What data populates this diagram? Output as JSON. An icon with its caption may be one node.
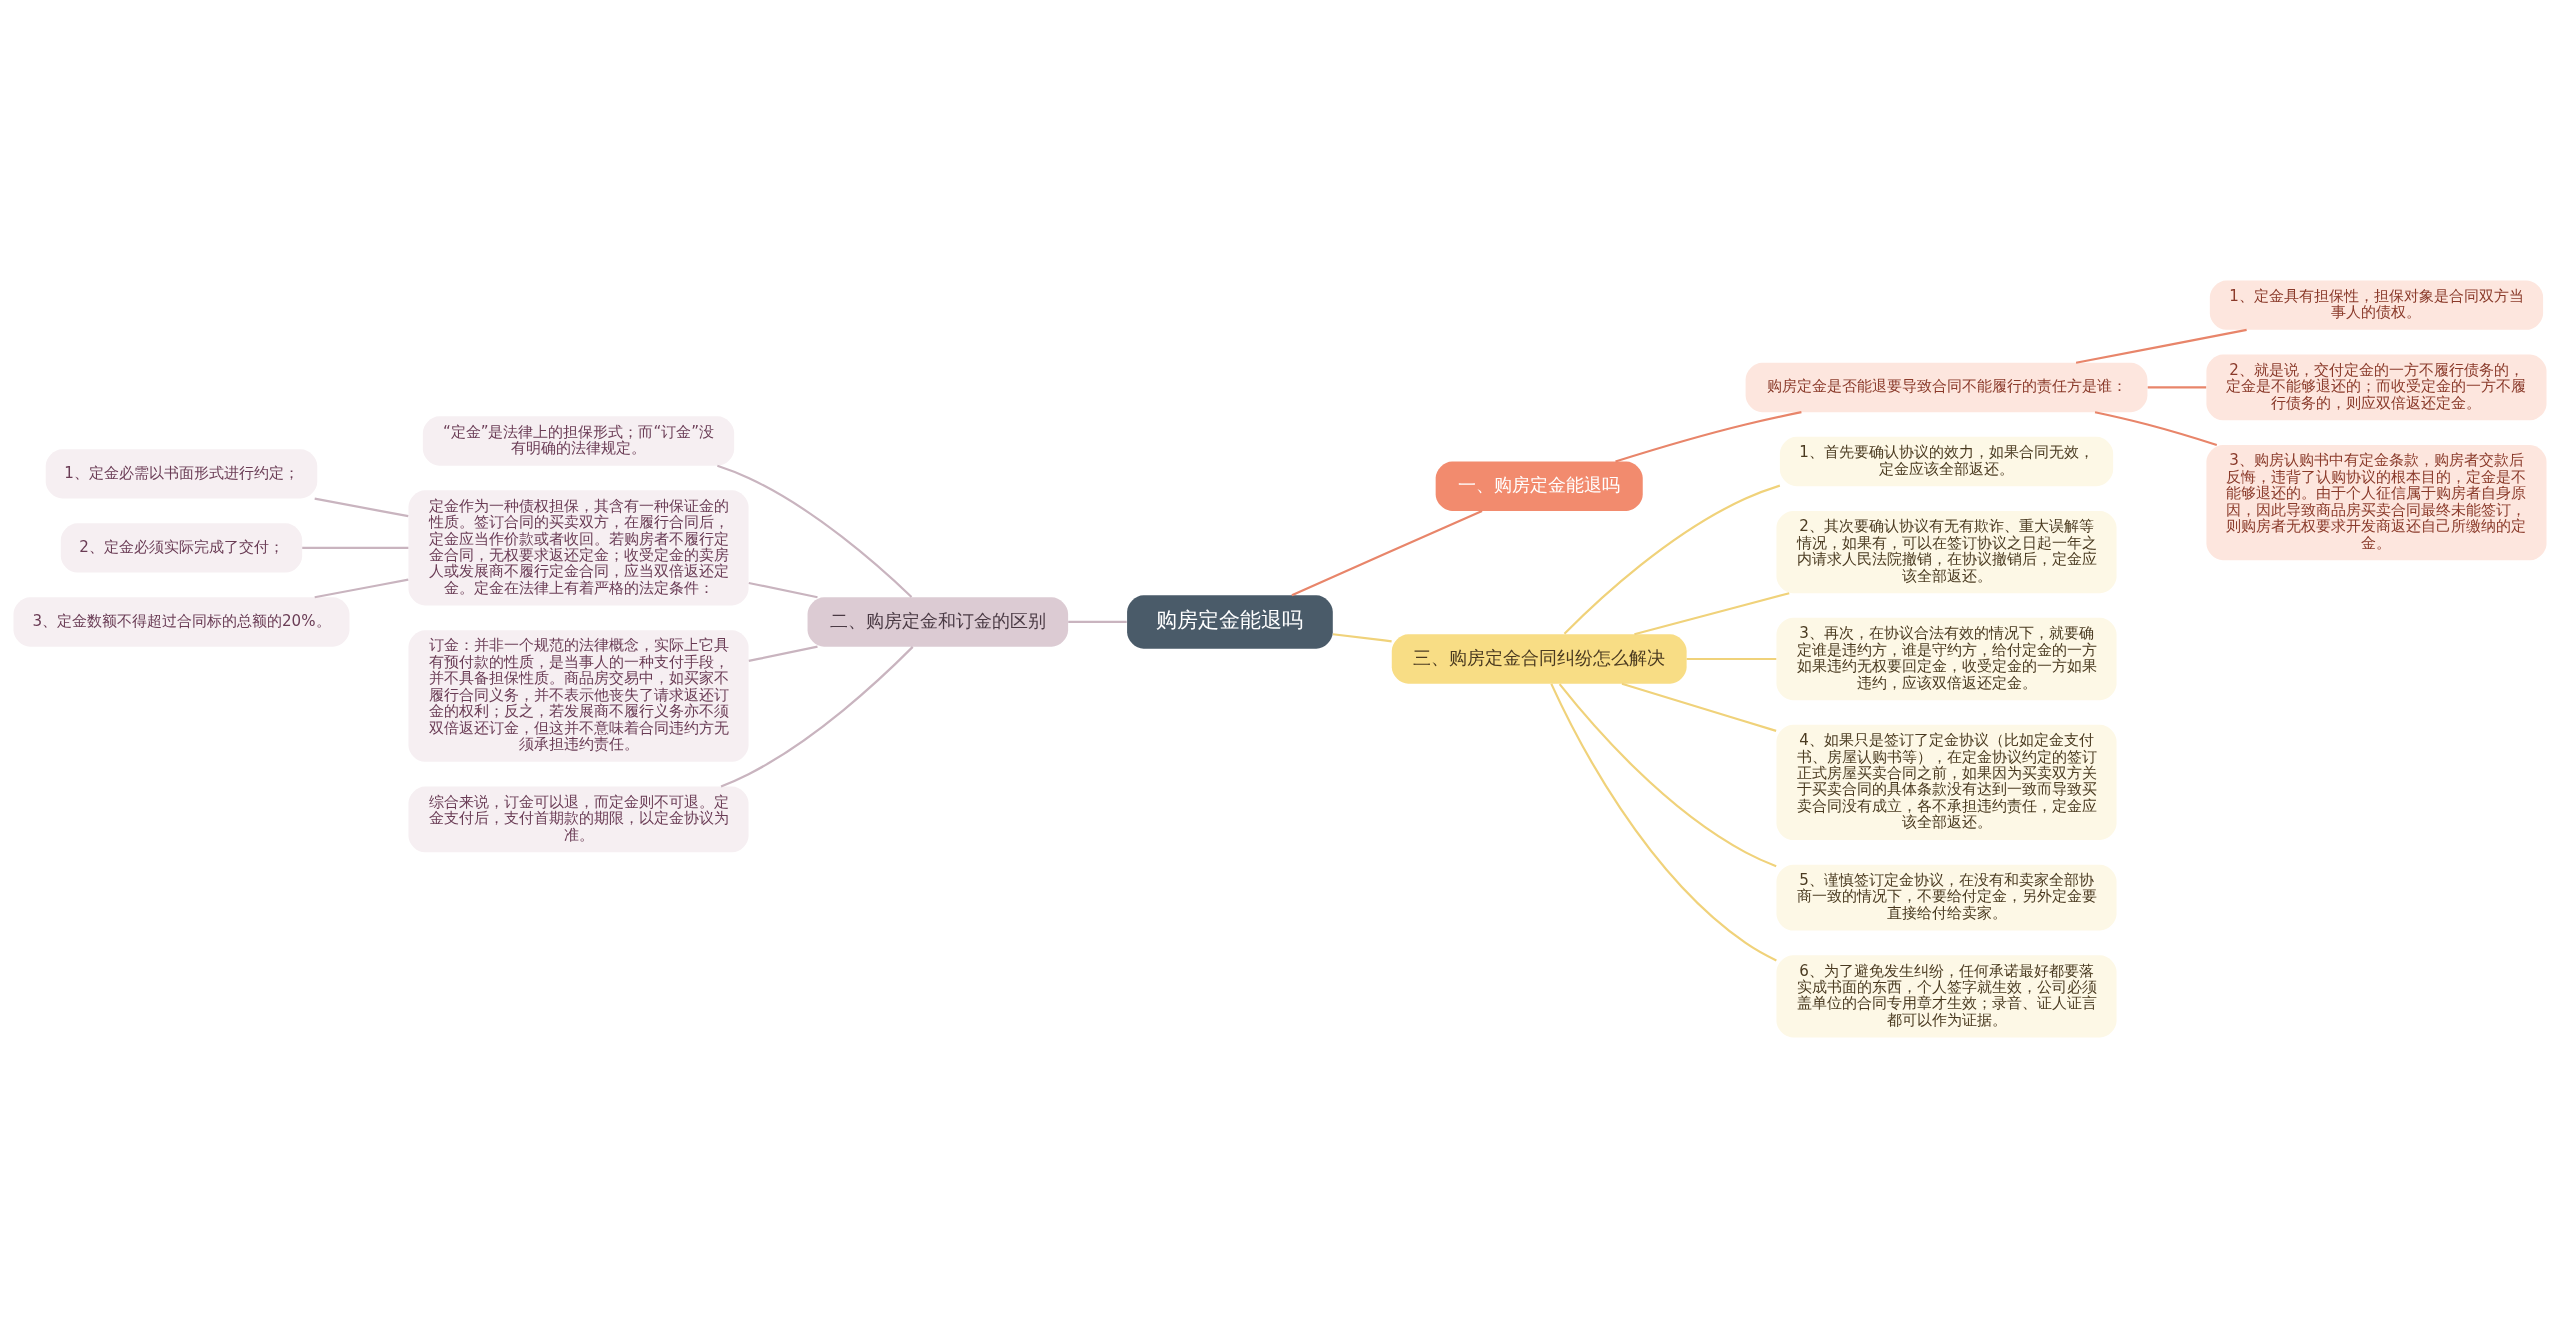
{
  "diagram": {
    "nodes": [
      {
        "text": [
          "购房定金能退吗"
        ]
      },
      {
        "text": [
          "一、购房定金能退吗"
        ]
      },
      {
        "text": [
          "购房定金是否能退要导致合同不能履行的责任方是谁："
        ]
      },
      {
        "text": [
          "1、定金具有担保性，担保对象是合同双方当事人的债权。"
        ]
      },
      {
        "text": [
          "2、就是说，交付定金的一方不履行债务的，定金是不能够退还的；而收受定金的一方不履行债务的，则应双倍返还定金。"
        ]
      },
      {
        "text": [
          "3、购房认购书中有定金条款，购房者交款后反悔，违背了认购协议的根本目的，定金是不能够退还的。由于个人征信属于购房者自身原因，因此导致商品房买卖合同最终未能签订，则购房者无权要求开发商返还自己所缴纳的定金。"
        ]
      },
      {
        "text": [
          "二、购房定金和订金的区别"
        ]
      },
      {
        "text": [
          "“定金”是法律上的担保形式；而“订金”没有明确的法律规定。"
        ]
      },
      {
        "text": [
          "定金作为一种债权担保，其含有一种保证金的性质。签订合同的买卖双方，在履行合同后，定金应当作价款或者收回。若购房者不履行定金合同，无权要求返还定金；收受定金的卖房人或发展商不履行定金合同，应当双倍返还定金。定金在法律上有着严格的法定条件："
        ]
      },
      {
        "text": [
          "1、定金必需以书面形式进行约定；"
        ]
      },
      {
        "text": [
          "2、定金必须实际完成了交付；"
        ]
      },
      {
        "text": [
          "3、定金数额不得超过合同标的总额的20%。"
        ]
      },
      {
        "text": [
          "订金：并非一个规范的法律概念，实际上它具有预付款的性质，是当事人的一种支付手段，并不具备担保性质。商品房交易中，如买家不履行合同义务，并不表示他丧失了请求返还订金的权利；反之，若发展商不履行义务亦不须双倍返还订金，但这并不意味着合同违约方无须承担违约责任。"
        ]
      },
      {
        "text": [
          "综合来说，订金可以退，而定金则不可退。定金支付后，支付首期款的期限，以定金协议为准。"
        ]
      },
      {
        "text": [
          "三、购房定金合同纠纷怎么解决"
        ]
      },
      {
        "text": [
          "1、首先要确认协议的效力，如果合同无效，定金应该全部返还。"
        ]
      },
      {
        "text": [
          "2、其次要确认协议有无有欺诈、重大误解等情况，如果有，可以在签订协议之日起一年之内请求人民法院撤销，在协议撤销后，定金应该全部返还。"
        ]
      },
      {
        "text": [
          "3、再次，在协议合法有效的情况下，就要确定谁是违约方，谁是守约方，给付定金的一方如果违约无权要回定金，收受定金的一方如果违约，应该双倍返还定金。"
        ]
      },
      {
        "text": [
          "4、如果只是签订了定金协议（比如定金支付书、房屋认购书等），在定金协议约定的签订正式房屋买卖合同之前，如果因为买卖双方关于买卖合同的具体条款没有达到一致而导致买卖合同没有成立，各不承担违约责任，定金应该全部返还。"
        ]
      },
      {
        "text": [
          "5、谨慎签订定金协议，在没有和卖家全部协商一致的情况下，不要给付定金，另外定金要直接给付给卖家。"
        ]
      },
      {
        "text": [
          "6、为了避免发生纠纷，任何承诺最好都要落实成书面的东西，个人签字就生效，公司必须盖单位的合同专用章才生效；录音、证人证言都可以作为证据。"
        ]
      }
    ],
    "edges": [
      {
        "from": 0,
        "to": 1,
        "arrow": "none",
        "color": "#e8856a"
      },
      {
        "from": 1,
        "to": 2,
        "arrow": "none",
        "color": "#e8856a"
      },
      {
        "from": 2,
        "to": 3,
        "arrow": "none",
        "color": "#e8856a"
      },
      {
        "from": 2,
        "to": 4,
        "arrow": "none",
        "color": "#e8856a"
      },
      {
        "from": 2,
        "to": 5,
        "arrow": "none",
        "color": "#e8856a"
      },
      {
        "from": 0,
        "to": 6,
        "arrow": "none"
      },
      {
        "from": 6,
        "to": 7,
        "arrow": "none"
      },
      {
        "from": 6,
        "to": 8,
        "arrow": "none"
      },
      {
        "from": 8,
        "to": 9,
        "arrow": "none"
      },
      {
        "from": 8,
        "to": 10,
        "arrow": "none"
      },
      {
        "from": 8,
        "to": 11,
        "arrow": "none"
      },
      {
        "from": 6,
        "to": 12,
        "arrow": "none"
      },
      {
        "from": 6,
        "to": 13,
        "arrow": "none"
      },
      {
        "from": 0,
        "to": 14,
        "arrow": "none",
        "color": "#f0d27a"
      },
      {
        "from": 14,
        "to": 15,
        "arrow": "none",
        "color": "#f0d27a"
      },
      {
        "from": 14,
        "to": 16,
        "arrow": "none",
        "color": "#f0d27a"
      },
      {
        "from": 14,
        "to": 17,
        "arrow": "none",
        "color": "#f0d27a"
      },
      {
        "from": 14,
        "to": 18,
        "arrow": "none",
        "color": "#f0d27a"
      },
      {
        "from": 14,
        "to": 19,
        "arrow": "none",
        "color": "#f0d27a"
      },
      {
        "from": 14,
        "to": 20,
        "arrow": "none",
        "color": "#f0d27a"
      }
    ]
  }
}
